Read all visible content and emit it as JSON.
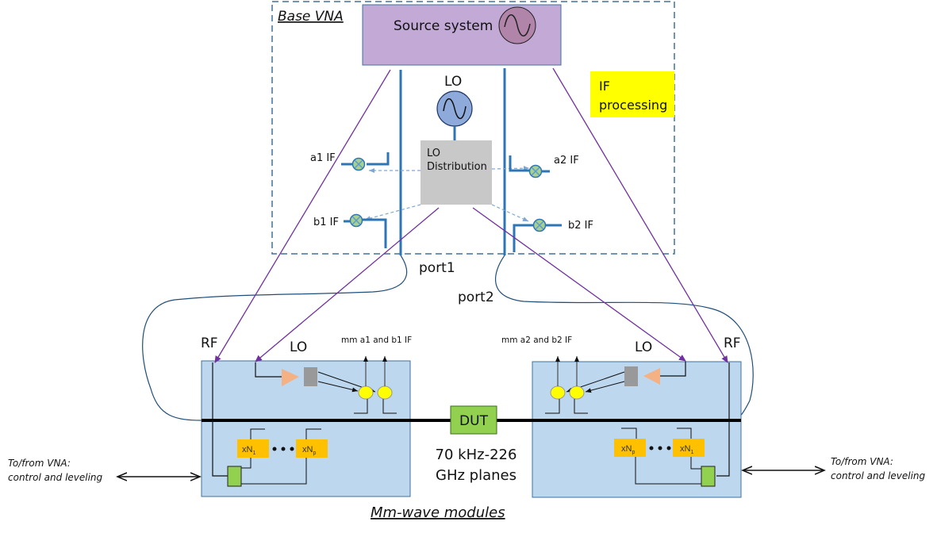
{
  "base_vna": {
    "title": "Base VNA",
    "source_system": "Source system",
    "lo_label": "LO",
    "lo_distribution_line1": "LO",
    "lo_distribution_line2": "Distribution",
    "if_processing_line1": "IF",
    "if_processing_line2": "processing",
    "mixers": {
      "a1": "a1 IF",
      "b1": "b1 IF",
      "a2": "a2 IF",
      "b2": "b2 IF"
    },
    "port1": "port1",
    "port2": "port2"
  },
  "modules": {
    "title": "Mm-wave modules",
    "left": {
      "rf_label": "RF",
      "lo_label": "LO",
      "if_label": "mm a1 and b1 IF",
      "mult_first": "xN",
      "mult_first_sub": "1",
      "mult_last": "xN",
      "mult_last_sub": "p"
    },
    "right": {
      "rf_label": "RF",
      "lo_label": "LO",
      "if_label": "mm a2 and b2 IF",
      "mult_first": "xN",
      "mult_first_sub": "p",
      "mult_last": "xN",
      "mult_last_sub": "1"
    }
  },
  "dut": {
    "label": "DUT",
    "planes_line1": "70 kHz-226",
    "planes_line2": "GHz planes"
  },
  "control": {
    "left_line1": "To/from VNA:",
    "left_line2": "control and leveling",
    "right_line1": "To/from VNA:",
    "right_line2": "control and leveling"
  },
  "colors": {
    "source_fill": "#c3a9d6",
    "source_osc": "#b185aa",
    "lo_osc": "#8eaadb",
    "lo_dist": "#c8c8c8",
    "if_box": "#ffff00",
    "module_fill": "#bdd7ee",
    "mixer_fill": "#a9d18e",
    "mm_mixer": "#ffff00",
    "amp": "#f4b183",
    "mult": "#ffc000",
    "green_box": "#92d050",
    "purple": "#7030a0",
    "blue_line": "#2e75b6"
  }
}
